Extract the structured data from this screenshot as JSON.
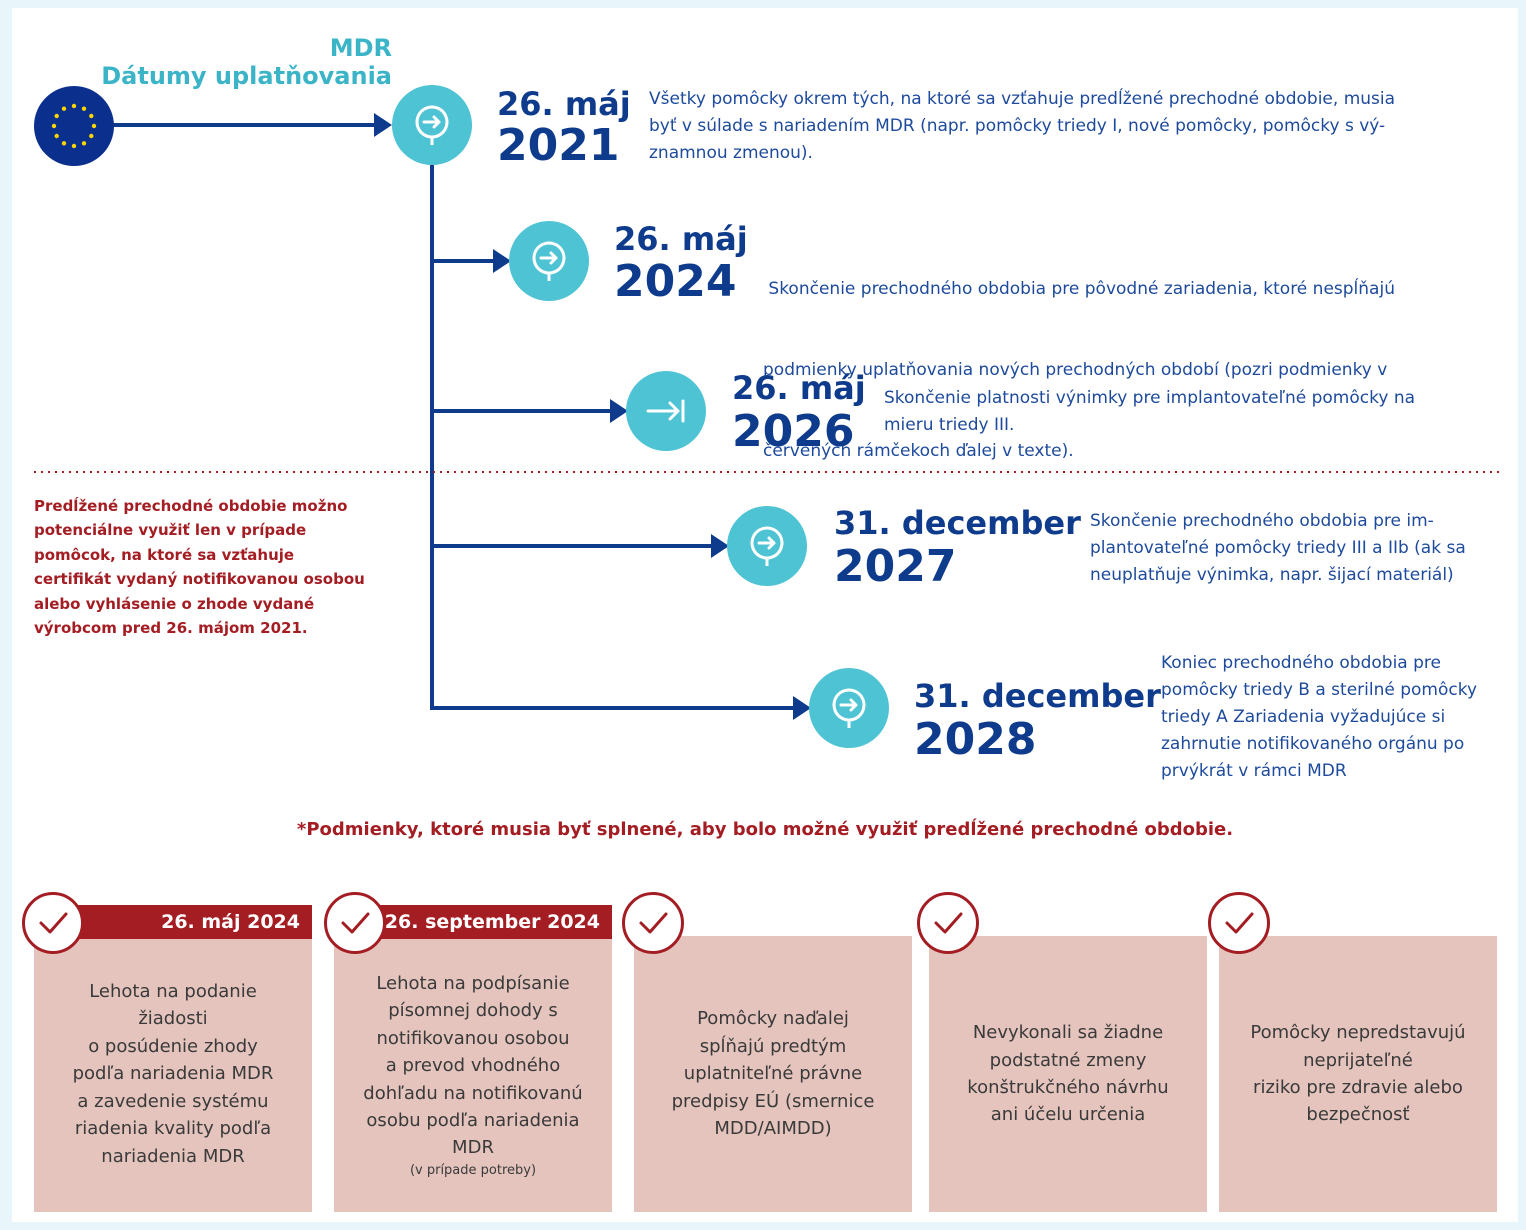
{
  "header": {
    "line1": "MDR",
    "line2": "Dátumy uplatňovania"
  },
  "colors": {
    "navy": "#0e3b8c",
    "teal": "#4ec3d3",
    "red": "#a31d23",
    "card": "#e4c4bd"
  },
  "timeline": [
    {
      "day": "26. máj",
      "year": "2021",
      "icon": "arrow-right-circle-icon",
      "lines": [
        "Všetky pomôcky okrem tých, na ktoré sa vzťahuje predĺžené prechodné obdobie, musia",
        "byť v súlade s nariadením MDR (napr. pomôcky triedy I, nové pomôcky, pomôcky s vý-",
        "znamnou zmenou)."
      ]
    },
    {
      "day": "26. máj",
      "year": "2024",
      "icon": "arrow-right-circle-icon",
      "lines": [
        " Skončenie prechodného obdobia pre pôvodné zariadenia, ktoré nespĺňajú",
        "podmienky uplatňovania nových prechodných období (pozri podmienky v",
        "červených rámčekoch ďalej v texte)."
      ]
    },
    {
      "day": "26. máj",
      "year": "2026",
      "icon": "arrow-to-bar-icon",
      "lines": [
        "Skončenie platnosti výnimky pre implantovateľné pomôcky na",
        "mieru triedy III."
      ]
    },
    {
      "day": "31. december",
      "year": "2027",
      "icon": "arrow-right-circle-icon",
      "lines": [
        "Skončenie prechodného obdobia pre im-",
        "plantovateľné pomôcky triedy III a IIb (ak sa",
        "neuplatňuje výnimka, napr. šijací materiál)"
      ]
    },
    {
      "day": "31. december",
      "year": "2028",
      "icon": "arrow-right-circle-icon",
      "lines": [
        "Koniec prechodného obdobia pre",
        "pomôcky triedy B a sterilné pomôcky",
        "triedy A Zariadenia vyžadujúce si",
        "zahrnutie notifikovaného orgánu po",
        "prvýkrát v rámci MDR"
      ]
    }
  ],
  "note": {
    "lines": [
      "Predĺžené prechodné obdobie možno",
      "potenciálne využiť len v prípade",
      "pomôcok, na ktoré sa vzťahuje",
      "certifikát vydaný notifikovanou osobou",
      "alebo vyhlásenie o zhode vydané",
      "výrobcom pred 26. májom 2021."
    ]
  },
  "conditions": {
    "title": "*Podmienky, ktoré musia byť splnené, aby bolo možné využiť predĺžené prechodné obdobie.",
    "cards": [
      {
        "banner": "26. máj 2024",
        "lines": [
          "Lehota na podanie",
          "žiadosti",
          "o posúdenie zhody",
          "podľa nariadenia MDR",
          "a zavedenie systému",
          "riadenia kvality podľa",
          "nariadenia MDR"
        ]
      },
      {
        "banner": "26. september 2024",
        "lines": [
          "Lehota na podpísanie",
          "písomnej dohody s",
          "notifikovanou osobou",
          "a prevod vhodného",
          "dohľadu na notifikovanú",
          "osobu podľa nariadenia",
          "MDR"
        ],
        "small": "(v prípade potreby)"
      },
      {
        "lines": [
          "Pomôcky naďalej",
          "spĺňajú predtým",
          "uplatniteľné právne",
          "predpisy EÚ (smernice",
          "MDD/AIMDD)"
        ]
      },
      {
        "lines": [
          "Nevykonali sa žiadne",
          "podstatné zmeny",
          "konštrukčného návrhu",
          "ani účelu určenia"
        ]
      },
      {
        "lines": [
          "Pomôcky nepredstavujú",
          "neprijateľné",
          "riziko pre zdravie alebo",
          "bezpečnosť"
        ]
      }
    ]
  }
}
